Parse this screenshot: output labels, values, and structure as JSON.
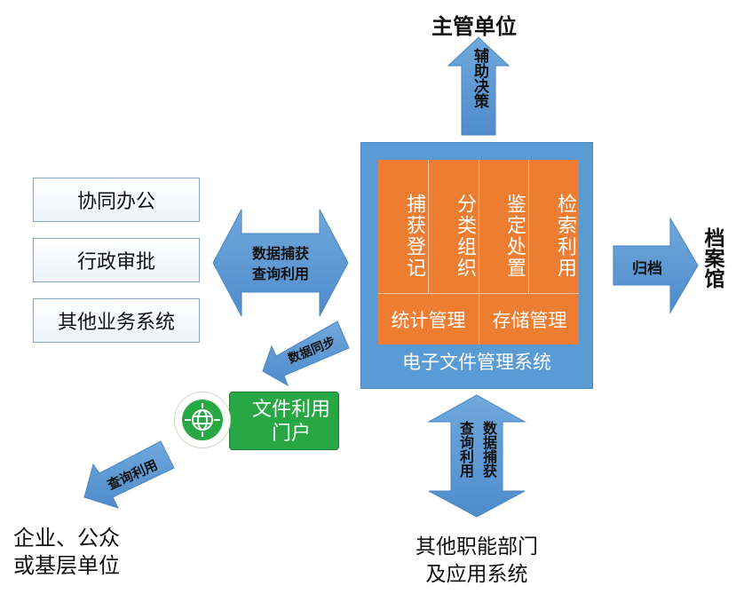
{
  "top_label": "主管单位",
  "right_label": "档案馆",
  "left_items": [
    "协同办公",
    "行政审批",
    "其他业务系统"
  ],
  "core": {
    "title": "电子文件管理系统",
    "functions": [
      "捕获登记",
      "分类组织",
      "鉴定处置",
      "检索利用"
    ],
    "bottom_functions": [
      "统计管理",
      "存储管理"
    ]
  },
  "arrows": {
    "up": "辅助决策",
    "right": "归档",
    "left_line1": "数据捕获",
    "left_line2": "查询利用",
    "sync": "数据同步",
    "query": "查询利用",
    "down_col1": "查询利用",
    "down_col2": "数据捕获"
  },
  "portal_line1": "文件利用",
  "portal_line2": "门户",
  "bottom_left_line1": "企业、公众",
  "bottom_left_line2": "或基层单位",
  "bottom_center_line1": "其他职能部门",
  "bottom_center_line2": "及应用系统",
  "colors": {
    "blue": "#5b9bd5",
    "orange": "#ed7d31",
    "green": "#27a844"
  }
}
